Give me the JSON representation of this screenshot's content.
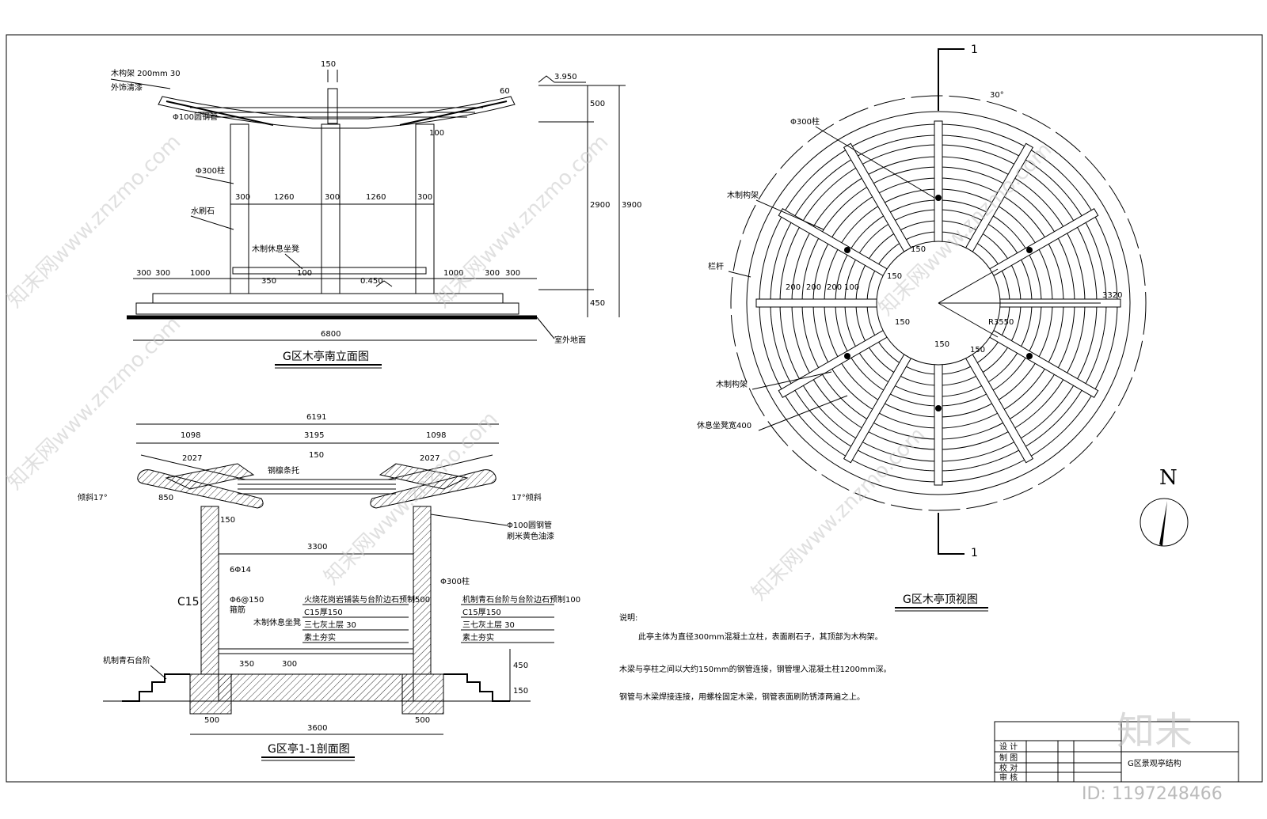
{
  "south_elevation": {
    "title": "G区木亭南立面图",
    "labels": {
      "wood_strip": "木构架 200mm 30",
      "outer_coat": "外饰清漆",
      "steel_pipe": "Φ100圆钢管",
      "pillar": "Φ300柱",
      "stone": "水刷石",
      "bench": "木制休息坐凳",
      "ground": "室外地面",
      "top_elev": "3.950",
      "floor_elev": "0.450"
    },
    "dims": {
      "top_150": "150",
      "top_100": "100",
      "pillar_300a": "300",
      "span_1260a": "1260",
      "pillar_300b": "300",
      "span_1260b": "1260",
      "pillar_300c": "300",
      "left_300": "300",
      "left_300b": "300",
      "left_1000": "1000",
      "right_1000": "1000",
      "right_300": "300",
      "right_300b": "300",
      "bench_h": "100",
      "base_350": "350",
      "total_6800": "6800",
      "v500": "500",
      "v2900": "2900",
      "v3900": "3900",
      "v450": "450",
      "deg": "60"
    }
  },
  "plan_view": {
    "title": "G区木亭顶视图",
    "section_mark_top": "1",
    "section_mark_bottom": "1",
    "north": "N",
    "angle": "30°",
    "labels": {
      "pillar": "Φ300柱",
      "wood_beam": "木制构架",
      "railing": "栏杆",
      "wood_rafter": "木制构架",
      "lamp_strip": "休息坐凳宽400"
    },
    "dims": {
      "r1": "150",
      "r2": "150",
      "r3": "150",
      "radius": "R3550",
      "d_200": "200",
      "d_200b": "200",
      "d_200c": "200",
      "d_100": "100",
      "d_150": "150",
      "d_150b": "150",
      "d_320": "3320"
    }
  },
  "section": {
    "title": "G区亭1-1剖面图",
    "labels": {
      "c15": "C15",
      "rebar": "6Φ14",
      "stirrup": "Φ6@150",
      "ring": "箍筋",
      "bench": "木制休息坐凳",
      "steel_pipe": "Φ100圆钢管",
      "paint": "刷米黄色油漆",
      "pillar": "Φ300柱",
      "truss": "钢檩条托",
      "slope_l": "倾斜17°",
      "slope_r": "17°倾斜",
      "stair": "机制青石台阶",
      "layers_l": [
        "火烧花岗岩铺装与台阶边石预制500",
        "C15厚150",
        "三七灰土层 30",
        "素土夯实"
      ],
      "layers_r": [
        "机制青石台阶与台阶边石预制100",
        "C15厚150",
        "三七灰土层 30",
        "素土夯实"
      ]
    },
    "dims": {
      "total": "6191",
      "left": "1098",
      "mid": "3195",
      "right": "1098",
      "rafter_l": "2027",
      "rafter_r": "2027",
      "top_150": "150",
      "span_3300": "3300",
      "h_350": "350",
      "h_300": "300",
      "h_450": "450",
      "h_150": "150",
      "foot_500a": "500",
      "foot_500b": "500",
      "base_3600": "3600",
      "beam_850": "850",
      "c_150": "150"
    }
  },
  "notes": {
    "heading": "说明:",
    "lines": [
      "此亭主体为直径300mm混凝土立柱，表面刷石子，其顶部为木构架。",
      "木梁与亭柱之间以大约150mm的钢管连接，钢管埋入混凝土柱1200mm深。",
      "钢管与木梁焊接连接，用螺栓固定木梁，钢管表面刷防锈漆两遍之上。"
    ]
  },
  "title_block": {
    "drawing_name": "G区景观亭结构",
    "rows": [
      "设  计",
      "制  图",
      "校  对",
      "审  核"
    ]
  },
  "watermark": {
    "text": "知末网www.znzmo.com",
    "brand": "知末",
    "id": "ID: 1197248466"
  }
}
